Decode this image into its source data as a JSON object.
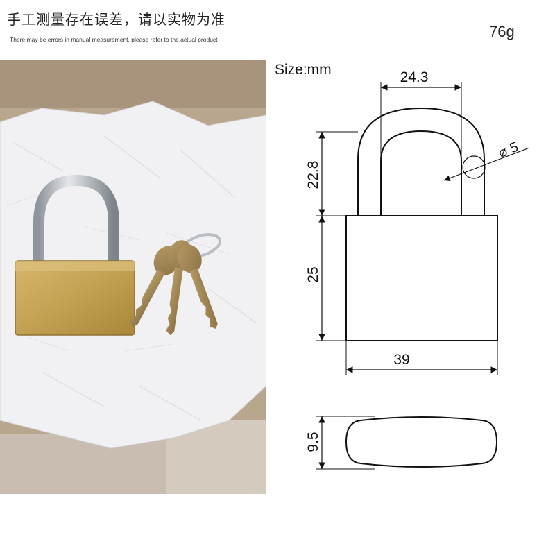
{
  "header": {
    "title_zh": "手工测量存在误差，请以实物为准",
    "title_en": "There may be errors in manual measurement, please refer to the actual product",
    "weight": "76g"
  },
  "photo": {
    "icon": "padlock-with-keys-photo",
    "colors": {
      "cardboard": "#b8a58f",
      "paper": "#f2f2f4",
      "brass": "#c9a55a",
      "chrome": "#c9cdd2"
    }
  },
  "drawing": {
    "size_label": "Size:mm",
    "dims": {
      "shackle_inner_width": "24.3",
      "shackle_diameter": "⌀ 5",
      "shackle_height": "22.8",
      "body_height": "25",
      "body_width": "39",
      "thickness": "9.5"
    }
  }
}
